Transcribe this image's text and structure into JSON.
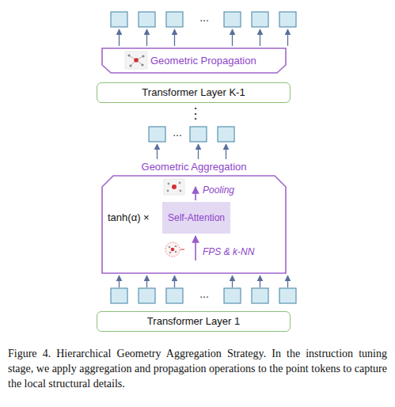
{
  "diagram": {
    "caption": "Figure 4. Hierarchical Geometry Aggregation Strategy. In the instruction tuning stage, we apply aggregation and propagation operations to the point tokens to capture the local structural details.",
    "nodes": [
      {
        "text": [
          "Geometric Propagation"
        ]
      },
      {
        "text": [
          "Transformer Layer K-1"
        ]
      },
      {
        "text": [
          "Geometric Aggregation",
          "Pooling",
          "tanh(α) ×",
          "FPS & k-NN"
        ]
      },
      {
        "text": [
          "Self-Attention"
        ],
        "in": 2
      },
      {
        "text": [
          "Transformer Layer 1"
        ]
      }
    ],
    "labels": [
      "...",
      "⋮",
      "...",
      "..."
    ]
  }
}
